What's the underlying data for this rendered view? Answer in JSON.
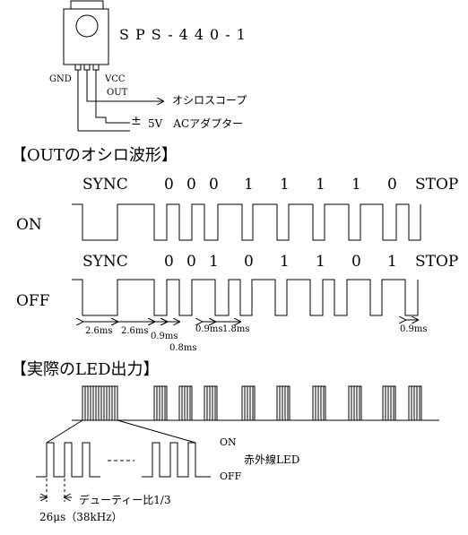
{
  "sensor": {
    "part_number": "SPS-440-1",
    "pin_gnd": "GND",
    "pin_vcc": "VCC",
    "pin_out": "OUT",
    "to_scope": "オシロスコープ",
    "power_polarity": "±",
    "power_label": "5V　ACアダプター"
  },
  "section_out_title": "【OUTのオシロ波形】",
  "waveform_on": {
    "label": "ON",
    "sync": "SYNC",
    "bits": [
      "0",
      "0",
      "0",
      "1",
      "1",
      "1",
      "1",
      "0"
    ],
    "stop": "STOP"
  },
  "waveform_off": {
    "label": "OFF",
    "sync": "SYNC",
    "bits": [
      "0",
      "0",
      "1",
      "0",
      "1",
      "1",
      "0",
      "1"
    ],
    "stop": "STOP"
  },
  "timings": {
    "t1": "2.6ms",
    "t2": "2.6ms",
    "t3": "0.9ms",
    "t4": "0.8ms",
    "t5": "0.9ms",
    "t6": "1.8ms",
    "t7": "0.9ms"
  },
  "section_led_title": "【実際のLED出力】",
  "led": {
    "on_label": "ON",
    "off_label": "OFF",
    "name": "赤外線LED",
    "duty": "デューティー比1/3",
    "period": "26μs（38kHz）"
  },
  "colors": {
    "line": "#000000",
    "background": "#ffffff"
  }
}
